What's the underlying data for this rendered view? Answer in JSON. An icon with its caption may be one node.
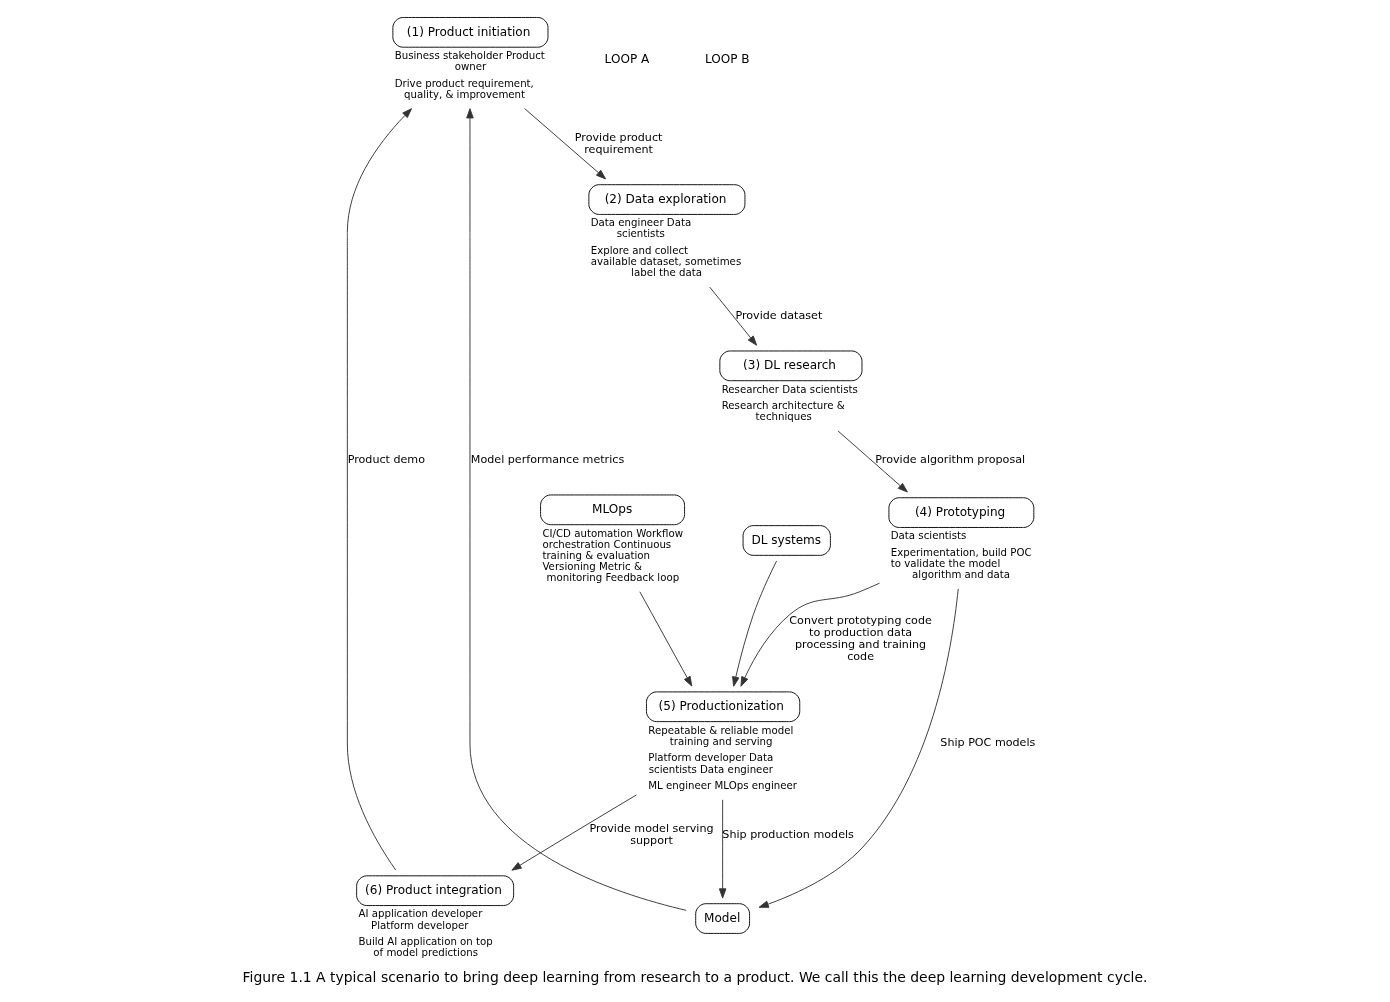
{
  "diagram": {
    "caption": "Figure 1.1 A typical scenario to bring deep learning from research to a product. We call this the deep learning development cycle.",
    "nodes": [
      {
        "text": [
          "(1) Product initiation"
        ],
        "beside": [
          "Business stakeholder Product owner",
          "Drive product requirement, quality, & improvement"
        ]
      },
      {
        "text": [
          "(2) Data exploration"
        ],
        "beside": [
          "Data engineer Data scientists",
          "Explore and collect available dataset, sometimes label the data"
        ]
      },
      {
        "text": [
          "(3) DL research"
        ],
        "beside": [
          "Researcher Data scientists",
          "Research architecture & techniques"
        ]
      },
      {
        "text": [
          "(4) Prototyping"
        ],
        "beside": [
          "Data scientists",
          "Experimentation, build POC to validate the model algorithm and data"
        ]
      },
      {
        "text": [
          "(5) Productionization"
        ],
        "beside": [
          "Repeatable & reliable model training and serving",
          "Platform developer Data scientists Data engineer",
          "ML engineer MLOps engineer"
        ]
      },
      {
        "text": [
          "(6) Product integration"
        ],
        "beside": [
          "AI application developer Platform developer",
          "Build AI application on top of model predictions"
        ]
      },
      {
        "text": [
          "Model"
        ]
      },
      {
        "text": [
          "MLOps"
        ],
        "beside": [
          "CI/CD automation Workflow orchestration Continuous training & evaluation Versioning Metric & monitoring Feedback loop"
        ]
      },
      {
        "text": [
          "DL systems"
        ]
      }
    ],
    "edges": [
      {
        "from": 0,
        "to": 1,
        "arrow": "to",
        "label": "Provide product requirement"
      },
      {
        "from": 1,
        "to": 2,
        "arrow": "to",
        "label": "Provide dataset"
      },
      {
        "from": 2,
        "to": 3,
        "arrow": "to",
        "label": "Provide algorithm proposal"
      },
      {
        "from": 3,
        "to": 6,
        "arrow": "to",
        "label": "Ship POC models"
      },
      {
        "from": 6,
        "to": 0,
        "arrow": "to",
        "label": "Model performance metrics"
      },
      {
        "from": 3,
        "to": 4,
        "arrow": "to",
        "label": "Convert prototyping code to production data processing and training code"
      },
      {
        "from": 4,
        "to": 6,
        "arrow": "to",
        "label": "Ship production models"
      },
      {
        "from": 4,
        "to": 5,
        "arrow": "to",
        "label": "Provide model serving support"
      },
      {
        "from": 5,
        "to": 0,
        "arrow": "to",
        "label": "Product demo"
      },
      {
        "from": 7,
        "to": 4,
        "arrow": "to"
      },
      {
        "from": 8,
        "to": 4,
        "arrow": "to"
      }
    ],
    "labels": [
      "LOOP A",
      "LOOP B"
    ]
  }
}
